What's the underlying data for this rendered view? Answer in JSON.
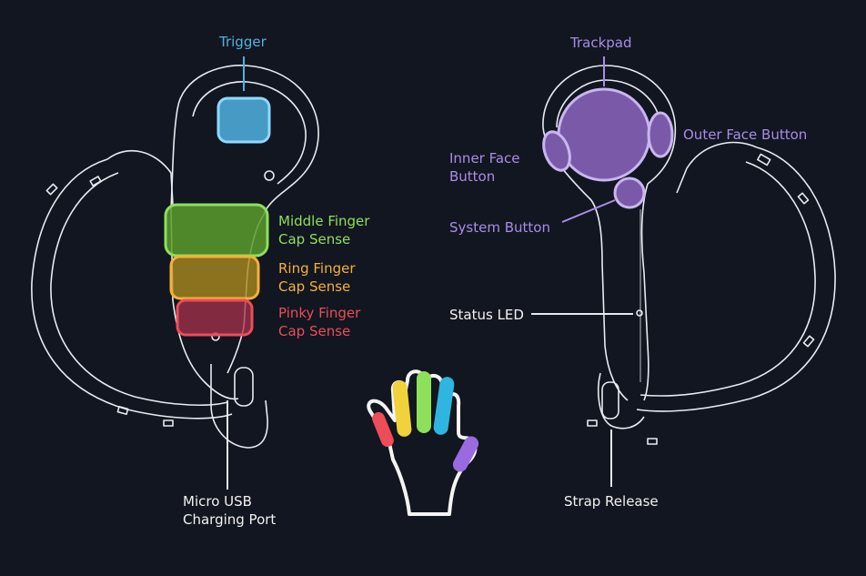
{
  "colors": {
    "background": "#121620",
    "outline": "#e8eaf0",
    "trigger": "#4fb3e0",
    "middle": "#8ee05a",
    "ring": "#f5b13a",
    "pinky": "#ec4d58",
    "index": "#f0d23a",
    "thumb": "#9a6be0",
    "trackpad": "#7a5aa8",
    "purple_label": "#a98ce8",
    "white_label": "#f2f2f2"
  },
  "labels": {
    "trigger": "Trigger",
    "middle_finger": [
      "Middle Finger",
      "Cap Sense"
    ],
    "ring_finger": [
      "Ring Finger",
      "Cap Sense"
    ],
    "pinky_finger": [
      "Pinky Finger",
      "Cap Sense"
    ],
    "micro_usb": [
      "Micro USB",
      "Charging Port"
    ],
    "trackpad": "Trackpad",
    "inner_face_button": [
      "Inner Face",
      "Button"
    ],
    "outer_face_button": "Outer Face Button",
    "system_button": "System Button",
    "status_led": "Status LED",
    "strap_release": "Strap Release"
  },
  "icons": {
    "hand": "hand-icon"
  }
}
